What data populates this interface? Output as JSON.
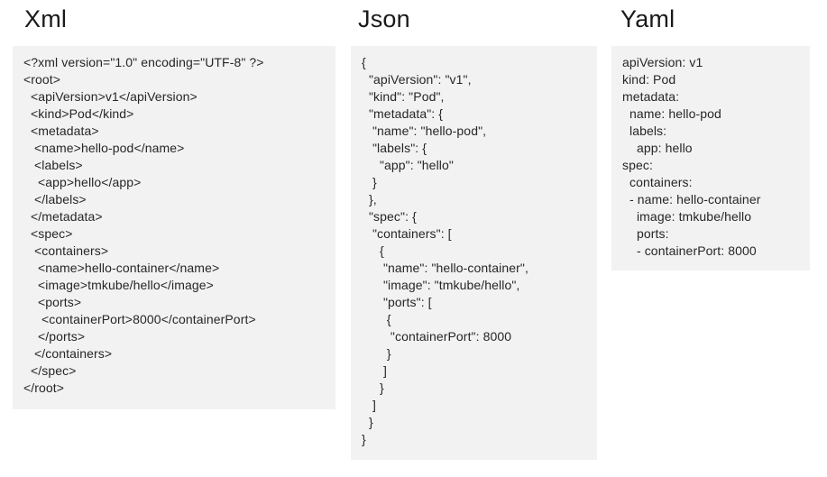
{
  "page": {
    "background_color": "#ffffff",
    "panel_background_color": "#f2f2f2",
    "heading_color": "#1a1a1a",
    "code_color": "#262626"
  },
  "columns": [
    {
      "id": "xml",
      "heading": "Xml",
      "code": "<?xml version=\"1.0\" encoding=\"UTF-8\" ?>\n<root>\n  <apiVersion>v1</apiVersion>\n  <kind>Pod</kind>\n  <metadata>\n   <name>hello-pod</name>\n   <labels>\n    <app>hello</app>\n   </labels>\n  </metadata>\n  <spec>\n   <containers>\n    <name>hello-container</name>\n    <image>tmkube/hello</image>\n    <ports>\n     <containerPort>8000</containerPort>\n    </ports>\n   </containers>\n  </spec>\n</root>"
    },
    {
      "id": "json",
      "heading": "Json",
      "code": "{\n  \"apiVersion\": \"v1\",\n  \"kind\": \"Pod\",\n  \"metadata\": {\n   \"name\": \"hello-pod\",\n   \"labels\": {\n     \"app\": \"hello\"\n   }\n  },\n  \"spec\": {\n   \"containers\": [\n     {\n      \"name\": \"hello-container\",\n      \"image\": \"tmkube/hello\",\n      \"ports\": [\n       {\n        \"containerPort\": 8000\n       }\n      ]\n     }\n   ]\n  }\n}"
    },
    {
      "id": "yaml",
      "heading": "Yaml",
      "code": "apiVersion: v1\nkind: Pod\nmetadata:\n  name: hello-pod\n  labels:\n    app: hello\nspec:\n  containers:\n  - name: hello-container\n    image: tmkube/hello\n    ports:\n    - containerPort: 8000"
    }
  ]
}
